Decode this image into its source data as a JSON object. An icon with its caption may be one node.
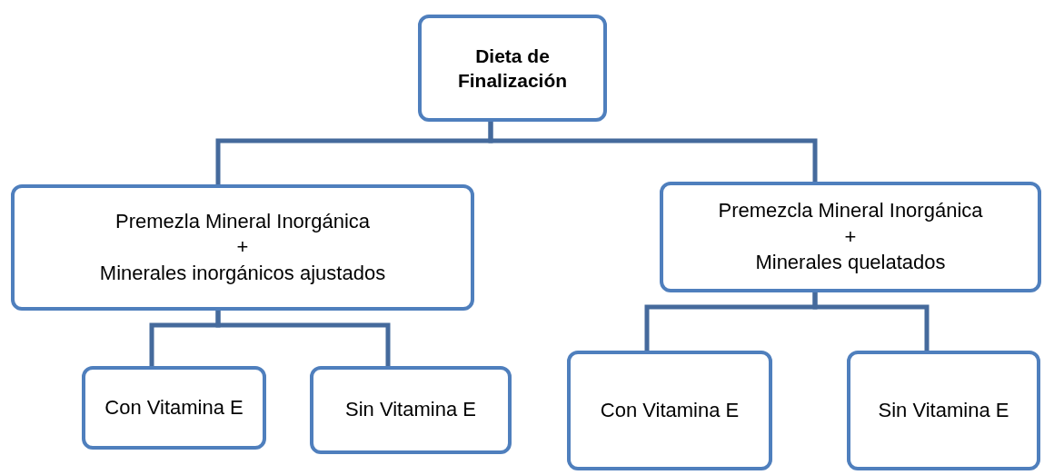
{
  "diagram": {
    "nodes": [
      {
        "text": [
          "Dieta de Finalización"
        ]
      },
      {
        "text": [
          "Premezla Mineral Inorgánica",
          "+",
          "Minerales inorgánicos ajustados"
        ]
      },
      {
        "text": [
          "Premezcla Mineral Inorgánica",
          "+",
          "Minerales quelatados"
        ]
      },
      {
        "text": [
          "Con Vitamina E"
        ]
      },
      {
        "text": [
          "Sin Vitamina E"
        ]
      },
      {
        "text": [
          "Con Vitamina E"
        ]
      },
      {
        "text": [
          "Sin Vitamina E"
        ]
      }
    ],
    "edges": [
      {
        "from": 0,
        "to": 1,
        "arrow": "none"
      },
      {
        "from": 0,
        "to": 2,
        "arrow": "none"
      },
      {
        "from": 1,
        "to": 3,
        "arrow": "none"
      },
      {
        "from": 1,
        "to": 4,
        "arrow": "none"
      },
      {
        "from": 2,
        "to": 5,
        "arrow": "none"
      },
      {
        "from": 2,
        "to": 6,
        "arrow": "none"
      }
    ]
  }
}
